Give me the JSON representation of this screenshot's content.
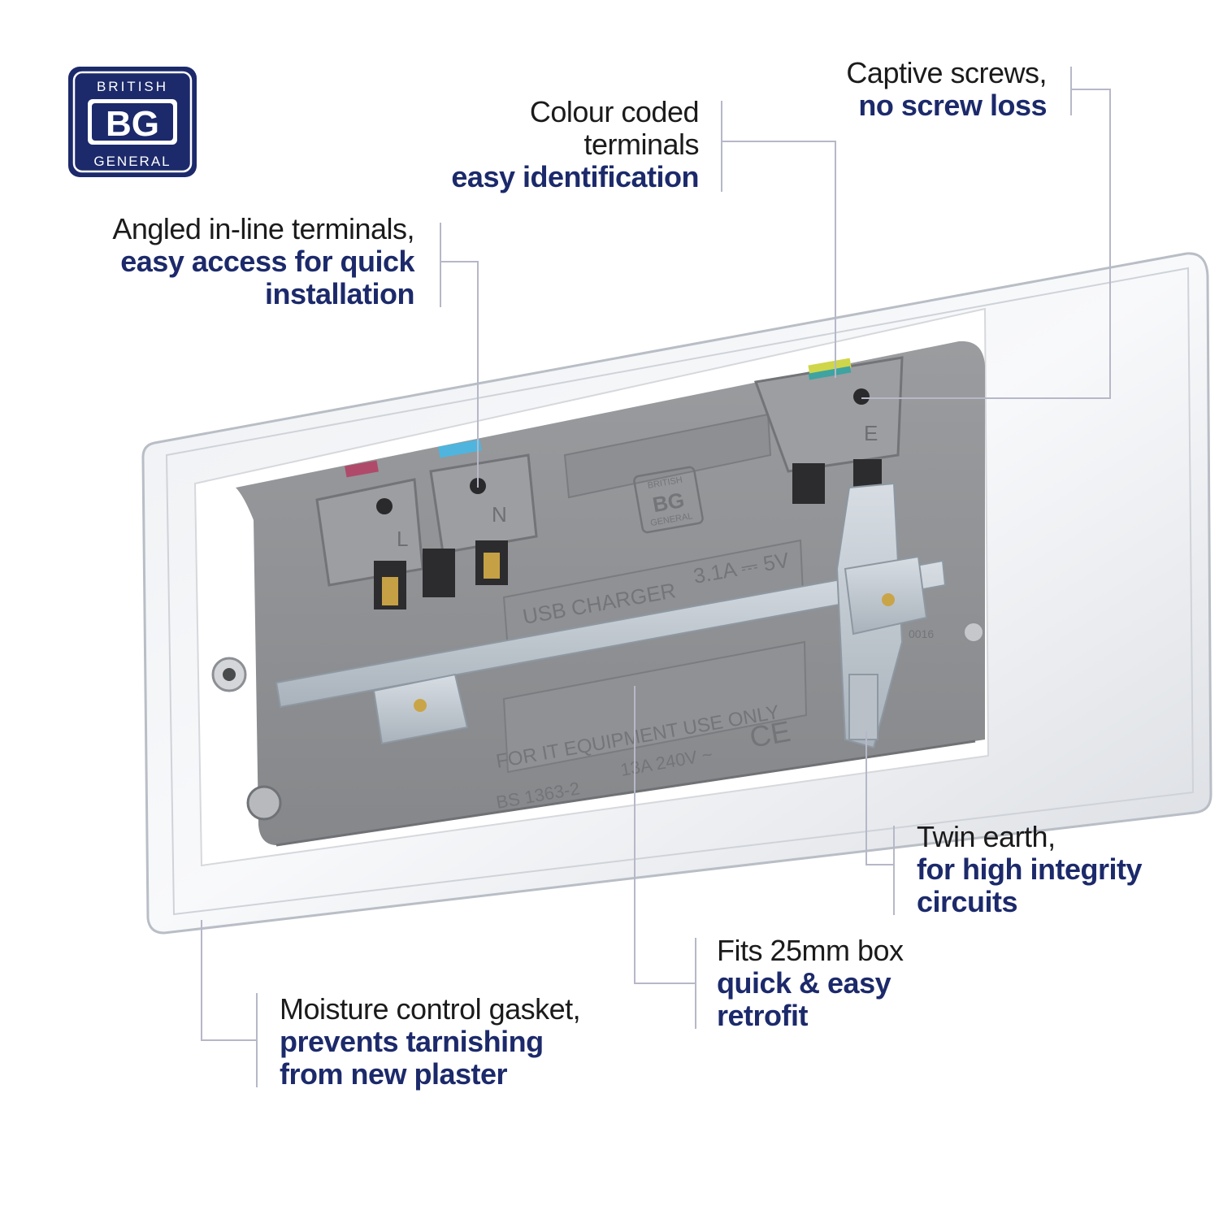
{
  "logo": {
    "top_text": "BRITISH",
    "mark": "BG",
    "bottom_text": "GENERAL",
    "color": "#1c2a6b"
  },
  "colors": {
    "heading": "#1b1b1b",
    "accent": "#1c2a6b",
    "leader": "#b6b8c8"
  },
  "callouts": {
    "captive": {
      "line1": "Captive screws,",
      "bold": [
        "no screw loss"
      ]
    },
    "colour": {
      "line1": "Colour coded",
      "line2": "terminals",
      "bold": [
        "easy identification"
      ]
    },
    "angled": {
      "line1": "Angled in-line terminals,",
      "bold": [
        "easy access for quick",
        "installation"
      ]
    },
    "earth": {
      "line1": "Twin earth,",
      "bold": [
        "for high integrity",
        "circuits"
      ]
    },
    "box": {
      "line1": "Fits 25mm box",
      "bold": [
        "quick & easy",
        "retrofit"
      ]
    },
    "gasket": {
      "line1": "Moisture control gasket,",
      "bold": [
        "prevents tarnishing",
        "from new plaster"
      ]
    }
  },
  "product_markings": {
    "terminal_live": "L",
    "terminal_neutral": "N",
    "terminal_earth": "E",
    "usb_label": "USB CHARGER",
    "usb_rating": "3.1A ⎓ 5V",
    "it_use": "FOR IT EQUIPMENT USE ONLY",
    "standard": "BS 1363-2",
    "rating": "13A 240V ~",
    "ce": "CE",
    "cert_code": "0016",
    "logo_top": "BRITISH",
    "logo_mark": "BG",
    "logo_bottom": "GENERAL"
  }
}
